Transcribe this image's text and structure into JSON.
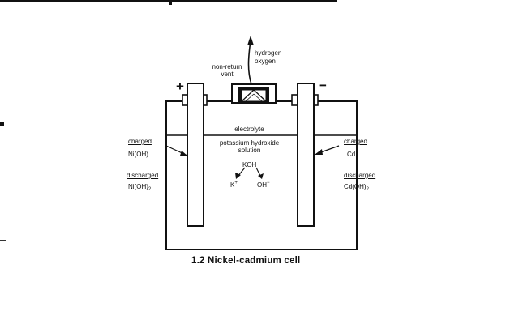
{
  "diagram": {
    "gas_1": "hydrogen",
    "gas_2": "oxygen",
    "vent_line_1": "non-return",
    "vent_line_2": "vent",
    "positive_sign": "+",
    "negative_sign": "−",
    "electrolyte": "electrolyte",
    "solution_line_1": "potassium  hydroxide",
    "solution_line_2": "solution",
    "koh": "KOH",
    "k_ion": "K",
    "k_charge": "+",
    "oh_ion": "OH",
    "oh_charge": "−",
    "left": {
      "charged_heading": "charged",
      "charged_material": "Ni(OH)",
      "discharged_heading": "discharged",
      "discharged_material": "Ni(OH)",
      "discharged_subscript": "2"
    },
    "right": {
      "charged_heading": "charged",
      "charged_material": "Cd",
      "discharged_heading": "discharged",
      "discharged_material": "Cd(OH)",
      "discharged_subscript": "2"
    },
    "caption": "1.2  Nickel-cadmium cell"
  }
}
